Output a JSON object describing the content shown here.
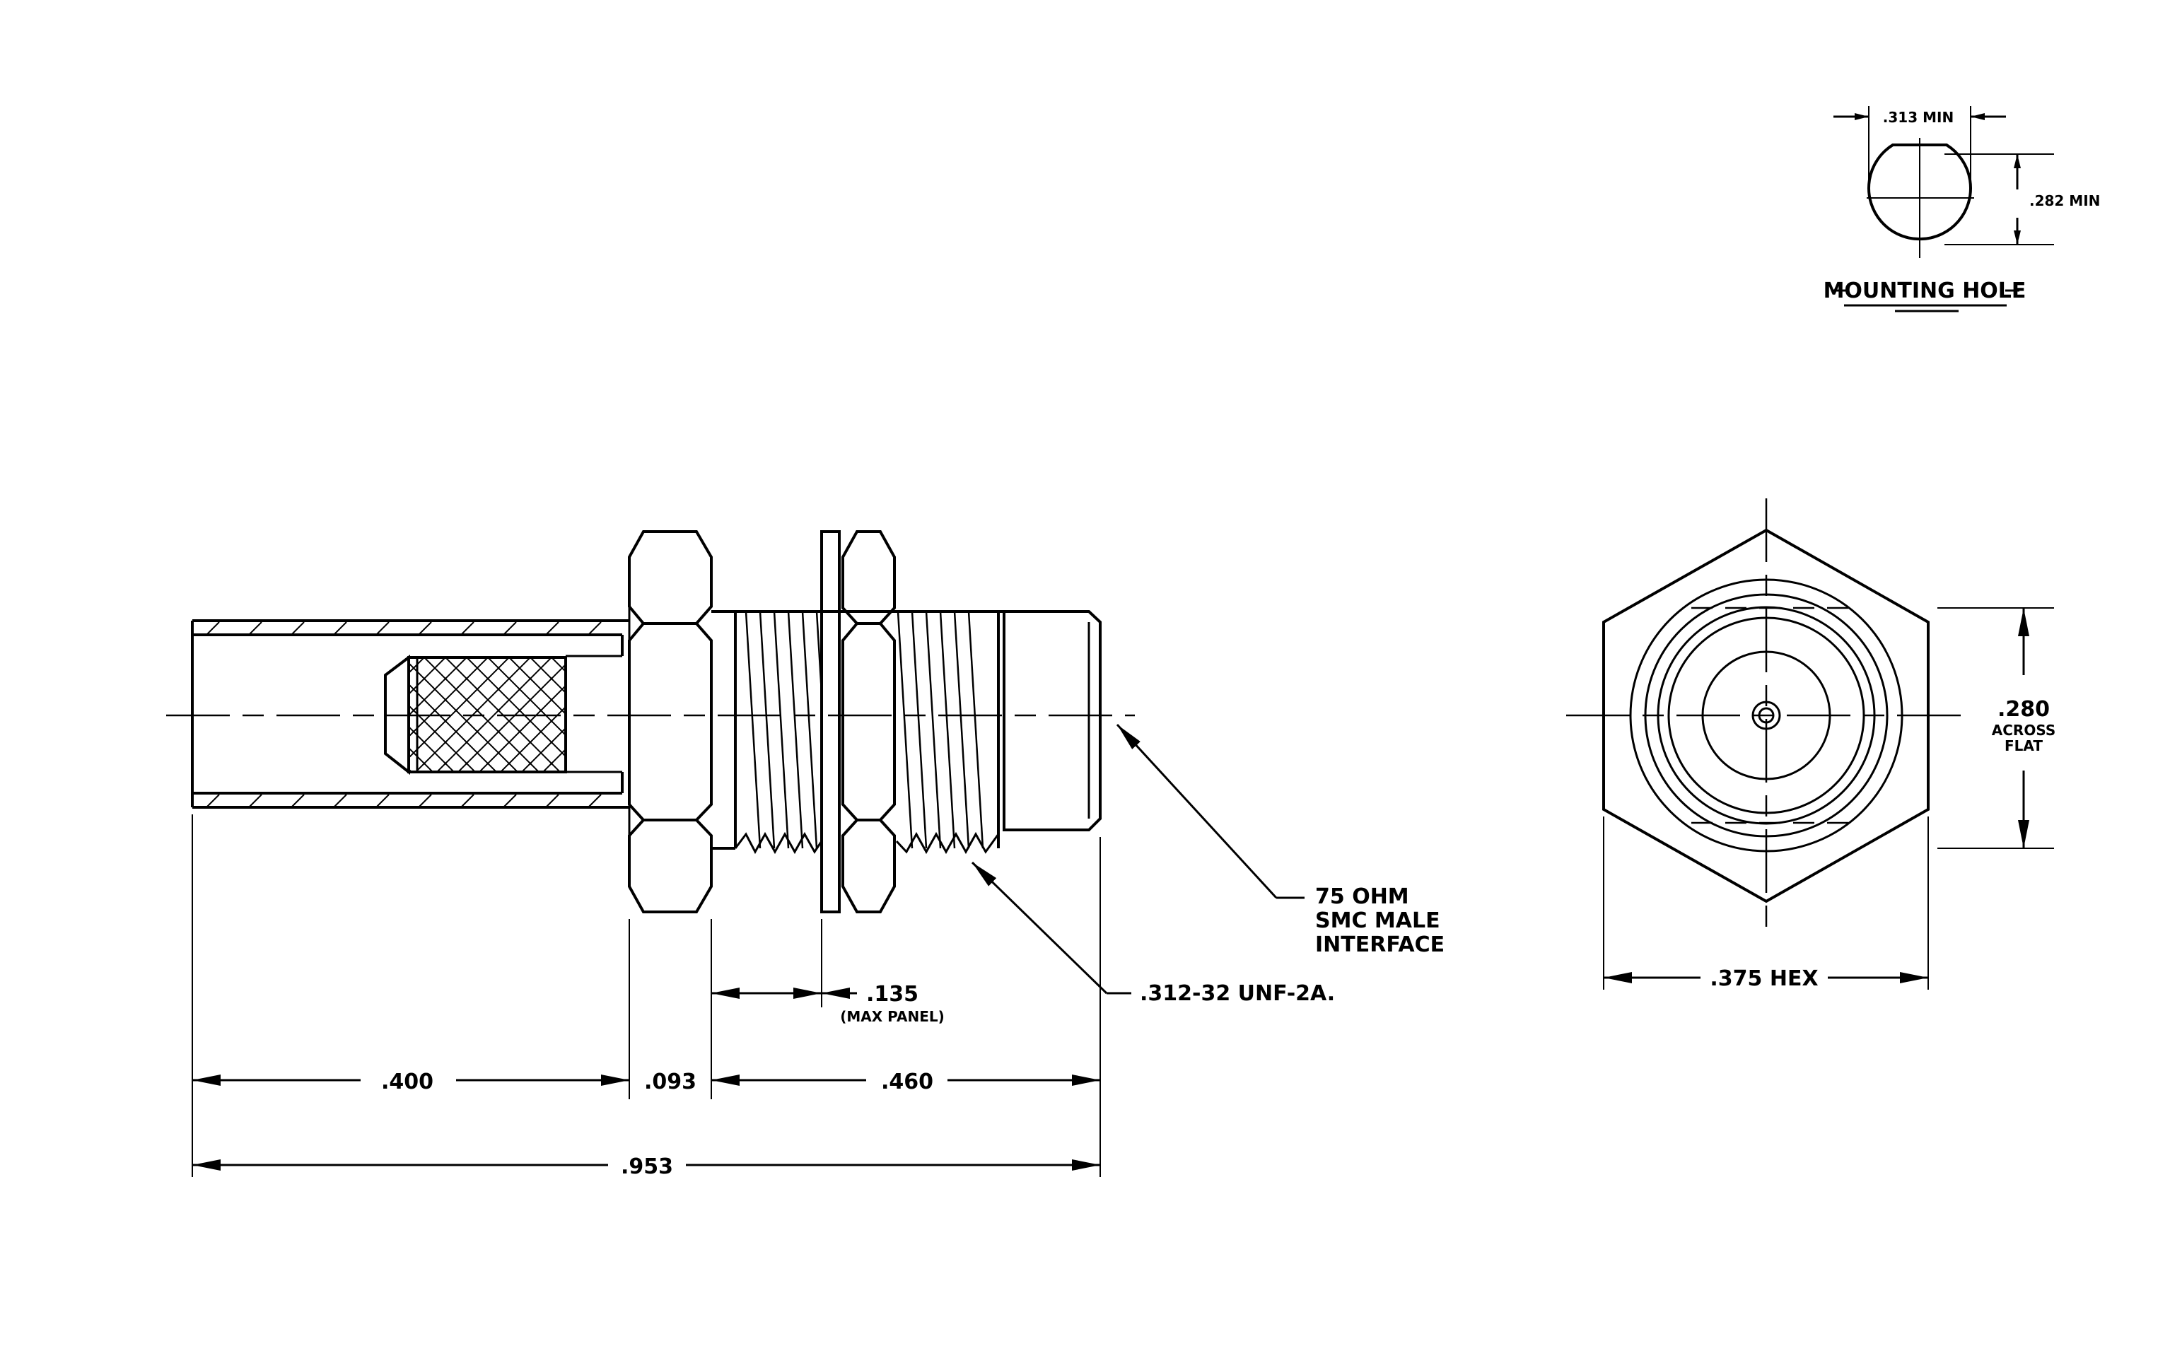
{
  "mounting_hole": {
    "title": "MOUNTING HOLE",
    "width_dim": ".313 MIN",
    "height_dim": ".282 MIN"
  },
  "side_view": {
    "dim_overall": ".953",
    "dim_rear": ".400",
    "dim_hex": ".093",
    "dim_front": ".460",
    "dim_panel": ".135",
    "dim_panel_note": "(MAX PANEL)",
    "thread_note": ".312-32 UNF-2A.",
    "interface_note": [
      "75 OHM",
      "SMC MALE",
      "INTERFACE"
    ]
  },
  "end_view": {
    "hex_dim": ".375 HEX",
    "flat_dim": ".280",
    "flat_note": [
      "ACROSS",
      "FLAT"
    ]
  }
}
